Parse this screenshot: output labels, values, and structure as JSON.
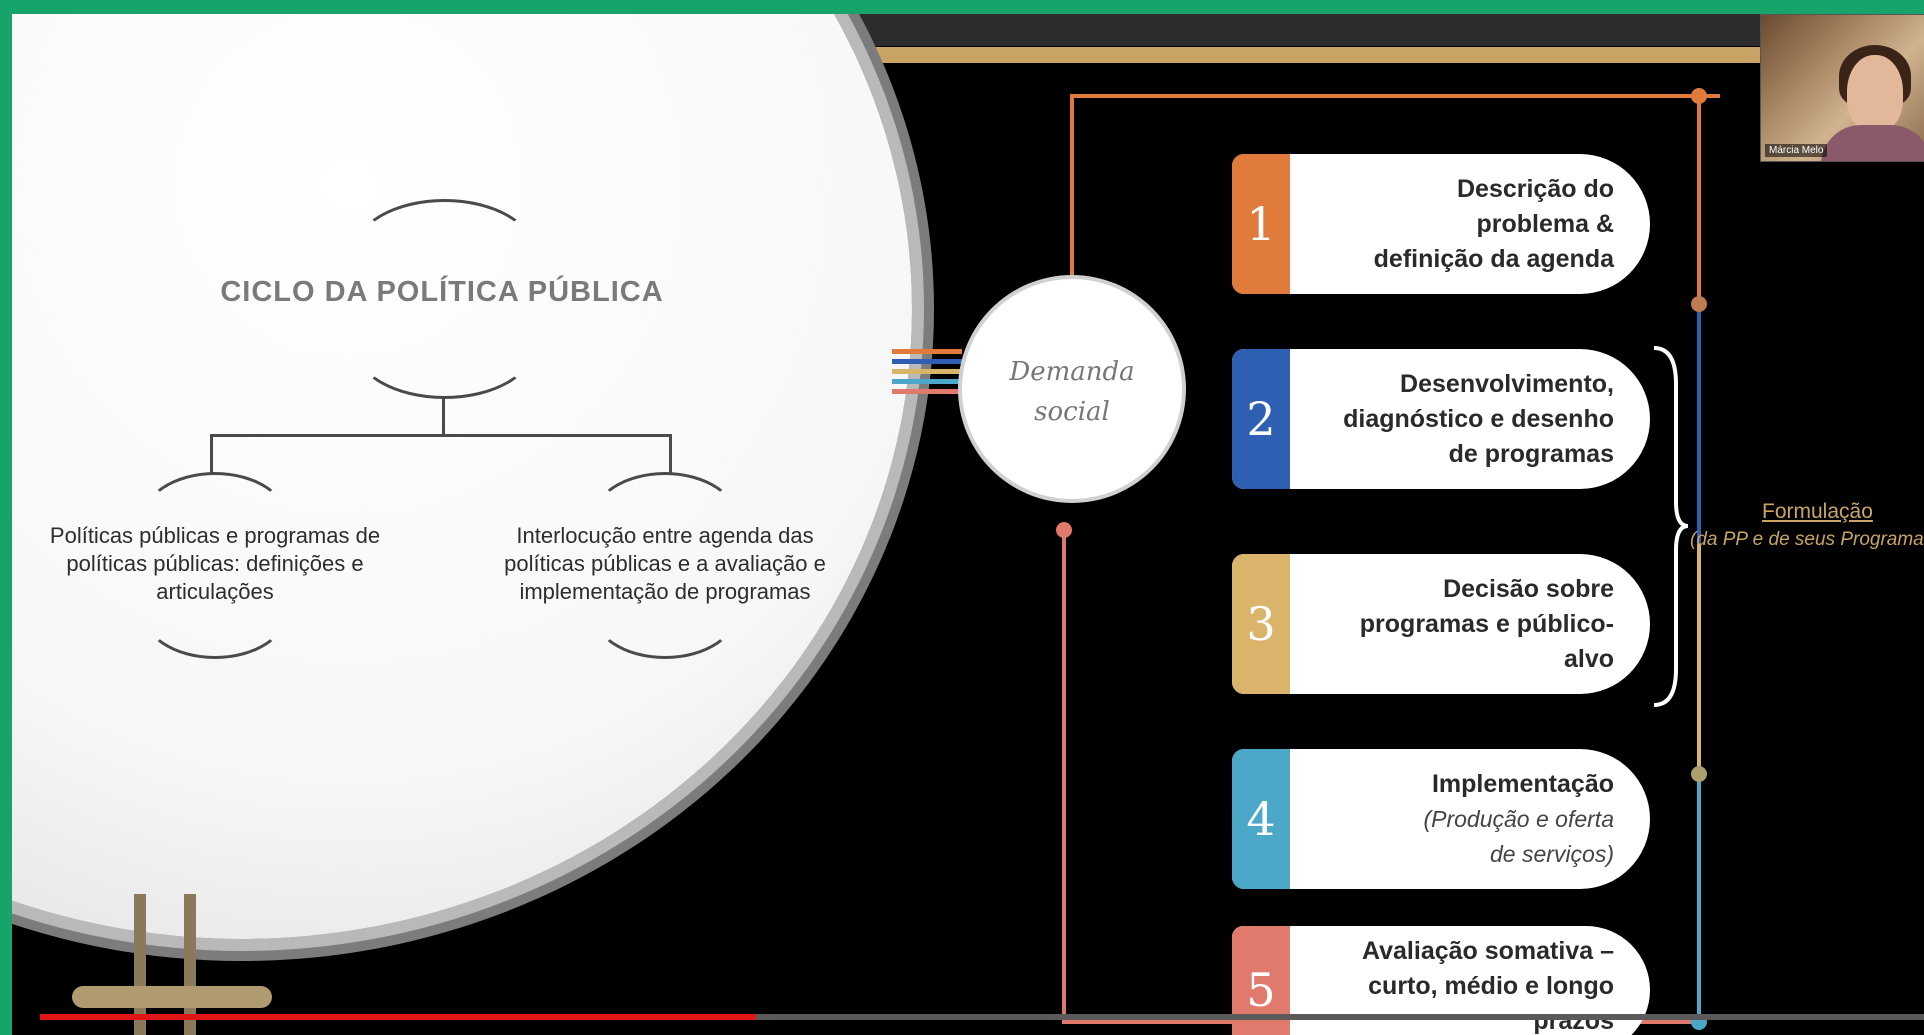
{
  "slide": {
    "title": "CICLO DA POLÍTICA PÚBLICA",
    "subtopics": [
      "Políticas públicas e programas de políticas públicas: definições e articulações",
      "Interlocução entre agenda das políticas públicas e a avaliação e implementação de programas"
    ],
    "demand": {
      "line1": "Demanda",
      "line2": "social"
    },
    "steps": [
      {
        "number": "1",
        "lines": [
          "Descrição do",
          "problema &",
          "definição da agenda"
        ],
        "italic_lines": [],
        "color": "#e07b3b"
      },
      {
        "number": "2",
        "lines": [
          "Desenvolvimento,",
          "diagnóstico e desenho",
          "de programas"
        ],
        "italic_lines": [],
        "color": "#2f5fb3"
      },
      {
        "number": "3",
        "lines": [
          "Decisão sobre",
          "programas e público-",
          "alvo"
        ],
        "italic_lines": [],
        "color": "#d9b46a"
      },
      {
        "number": "4",
        "lines": [
          "Implementação"
        ],
        "italic_lines": [
          "(Produção e oferta",
          "de serviços)"
        ],
        "color": "#4ba8c8"
      },
      {
        "number": "5",
        "lines": [
          "Avaliação somativa –",
          "curto, médio e longo",
          "prazos"
        ],
        "italic_lines": [],
        "color": "#e07a6c"
      }
    ],
    "formulation": {
      "label": "Formulação",
      "sub": "(da PP e de seus Programas)"
    }
  },
  "webcam": {
    "name": "Márcia Melo"
  },
  "video": {
    "progress_percent": 38,
    "progress_color": "#e01616"
  },
  "colors": {
    "frame": "#17a46a",
    "background": "#000000",
    "gold": "#c9a464"
  }
}
